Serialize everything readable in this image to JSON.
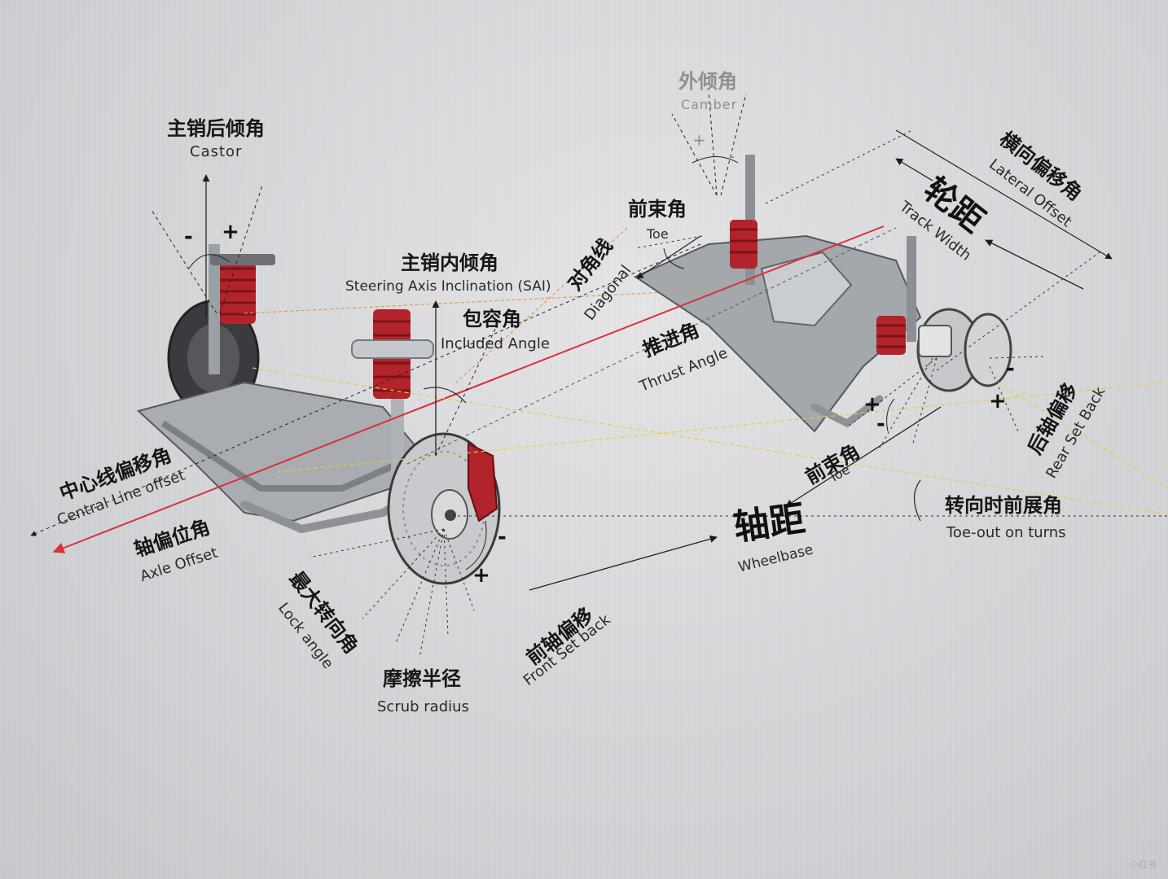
{
  "labels": {
    "castor": {
      "zh": "主销后倾角",
      "en": "Castor",
      "minus": "-",
      "plus": "+"
    },
    "sai": {
      "zh": "主销内倾角",
      "en": "Steering Axis Inclination (SAI)"
    },
    "included_angle": {
      "zh": "包容角",
      "en": "Included Angle"
    },
    "diagonal": {
      "zh": "对角线",
      "en": "Diagonal"
    },
    "front_toe": {
      "zh": "前束角",
      "en": "Toe"
    },
    "camber": {
      "zh": "外倾角",
      "en": "Camber",
      "plus": "+",
      "minus": "-"
    },
    "lateral_offset": {
      "zh": "横向偏移角",
      "en": "Lateral Offset"
    },
    "track_width": {
      "zh": "轮距",
      "en": "Track Width"
    },
    "thrust_angle": {
      "zh": "推进角",
      "en": "Thrust Angle"
    },
    "central_line_offset": {
      "zh": "中心线偏移角",
      "en": "Central Line offset"
    },
    "axle_offset": {
      "zh": "轴偏位角",
      "en": "Axle Offset"
    },
    "lock_angle": {
      "zh": "最大转向角",
      "en": "Lock angle"
    },
    "scrub_radius": {
      "zh": "摩擦半径",
      "en": "Scrub radius",
      "minus": "-",
      "plus": "+"
    },
    "front_set_back": {
      "zh": "前轴偏移",
      "en": "Front Set back"
    },
    "wheelbase": {
      "zh": "轴距",
      "en": "Wheelbase"
    },
    "rear_toe": {
      "zh": "前束角",
      "en": "Toe",
      "plus": "+",
      "minus": "-"
    },
    "rear_set_back": {
      "zh": "后轴偏移",
      "en": "Rear Set Back",
      "minus": "-",
      "plus": "+"
    },
    "toe_out_on_turns": {
      "zh": "转向时前展角",
      "en": "Toe-out on turns"
    }
  },
  "watermark": "小红书",
  "colors": {
    "background": "#d4d5d8",
    "red_line": "#d9303a",
    "yellow_line": "#e3cf3a",
    "orange_line": "#e39a4a",
    "spring": "#b3232b",
    "metal": "#aeb3b8"
  }
}
